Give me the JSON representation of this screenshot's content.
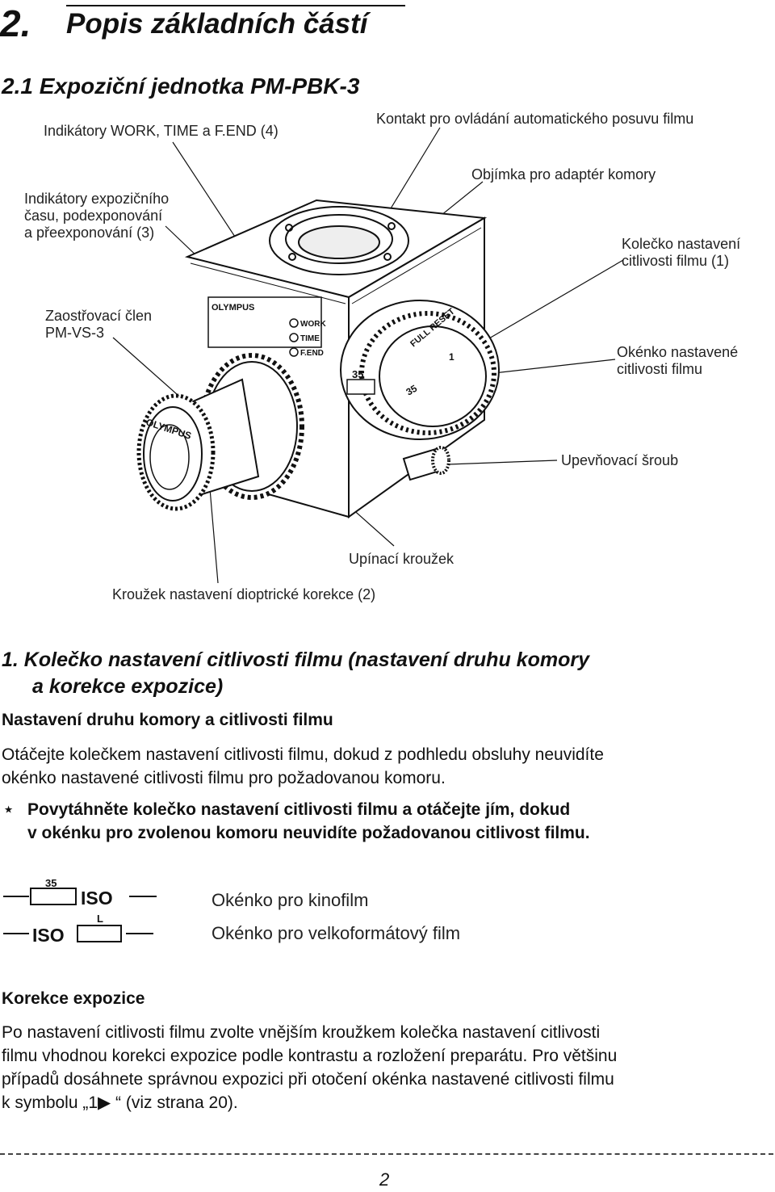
{
  "chapter": {
    "number": "2.",
    "title": "Popis základních částí"
  },
  "section": {
    "title": "2.1 Expoziční jednotka PM-PBK-3"
  },
  "diagram": {
    "labels": {
      "work_time_fend": "Indikátory WORK, TIME a F.END (4)",
      "contact": "Kontakt pro ovládání automatického posuvu filmu",
      "exposure_indicators": [
        "Indikátory expozičního",
        "času, podexponování",
        "a přeexponování (3)"
      ],
      "adapter_socket": "Objímka pro adaptér komory",
      "film_speed_dial": [
        "Kolečko nastavení",
        "citlivosti filmu (1)"
      ],
      "focusing_unit": [
        "Zaostřovací člen",
        "PM-VS-3"
      ],
      "film_speed_window": [
        "Okénko nastavené",
        "citlivosti filmu"
      ],
      "clamp_screw": "Upevňovací šroub",
      "clamp_ring": "Upínací kroužek",
      "diopter_ring": "Kroužek nastavení dioptrické korekce (2)"
    },
    "device_text": {
      "brand": "OLYMPUS",
      "work": "WORK",
      "time": "TIME",
      "fend": "F.END",
      "full_reset": "FULL RESET",
      "num_35": "35",
      "num_1": "1"
    }
  },
  "item1": {
    "heading_line1": "1. Kolečko nastavení citlivosti filmu (nastavení druhu komory",
    "heading_line2": "a korekce expozice)",
    "subheading": "Nastavení druhu komory a citlivosti filmu",
    "para_line1": "Otáčejte kolečkem nastavení citlivosti filmu, dokud z podhledu obsluhy neuvidíte",
    "para_line2": "okénko nastavené citlivosti filmu pro požadovanou komoru.",
    "note_symbol": "⋆",
    "note_line1": "Povytáhněte kolečko nastavení citlivosti filmu a otáčejte jím, dokud",
    "note_line2": "v okénku pro zvolenou komoru neuvidíte požadovanou citlivost filmu."
  },
  "windows": {
    "cine": {
      "tag": "35",
      "iso": "ISO",
      "label": "Okénko pro kinofilm"
    },
    "large": {
      "tag": "L",
      "iso": "ISO",
      "label": "Okénko pro velkoformátový film"
    }
  },
  "exposure_correction": {
    "heading": "Korekce expozice",
    "lines": [
      "Po nastavení citlivosti filmu zvolte vnějším kroužkem kolečka nastavení citlivosti",
      "filmu vhodnou korekci expozice podle kontrastu a rozložení preparátu. Pro většinu",
      "případů dosáhnete správnou expozici při otočení okénka nastavené citlivosti filmu",
      "k symbolu „1▶ “ (viz strana 20)."
    ]
  },
  "page_number": "2"
}
